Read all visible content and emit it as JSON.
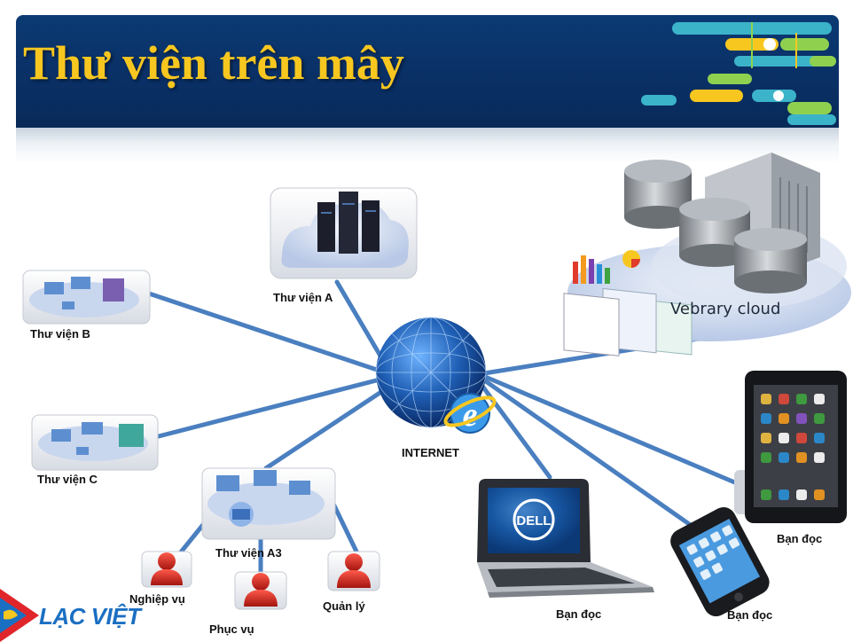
{
  "slide": {
    "title": "Thư viện trên mây",
    "brand": "LẠC VIỆT"
  },
  "diagram": {
    "hub": {
      "label": "INTERNET",
      "icon": "internet-explorer-icon"
    },
    "nodes": [
      {
        "id": "lib-a",
        "label": "Thư viện A",
        "icon": "server-cloud-icon"
      },
      {
        "id": "lib-b",
        "label": "Thư viện B",
        "icon": "network-cluster-icon"
      },
      {
        "id": "lib-c",
        "label": "Thư viện C",
        "icon": "network-cluster-icon"
      },
      {
        "id": "lib-a3",
        "label": "Thư viện A3",
        "icon": "network-cluster-icon"
      },
      {
        "id": "cloud",
        "label": "Vebrary cloud",
        "icon": "database-cloud-icon"
      },
      {
        "id": "reader-laptop",
        "label": "Bạn đọc",
        "icon": "laptop-icon"
      },
      {
        "id": "reader-phone",
        "label": "Bạn đọc",
        "icon": "smartphone-icon"
      },
      {
        "id": "reader-tablet",
        "label": "Bạn đọc",
        "icon": "tablet-icon"
      },
      {
        "id": "staff-ops",
        "label": "Nghiệp vụ",
        "icon": "user-icon"
      },
      {
        "id": "staff-service",
        "label": "Phục vụ",
        "icon": "user-icon"
      },
      {
        "id": "staff-admin",
        "label": "Quản lý",
        "icon": "user-icon"
      }
    ],
    "laptop_logo": "DELL",
    "line_color": "#4a7fc0",
    "accent_color": "#f7c720",
    "banner_color": "#0b3a73"
  }
}
